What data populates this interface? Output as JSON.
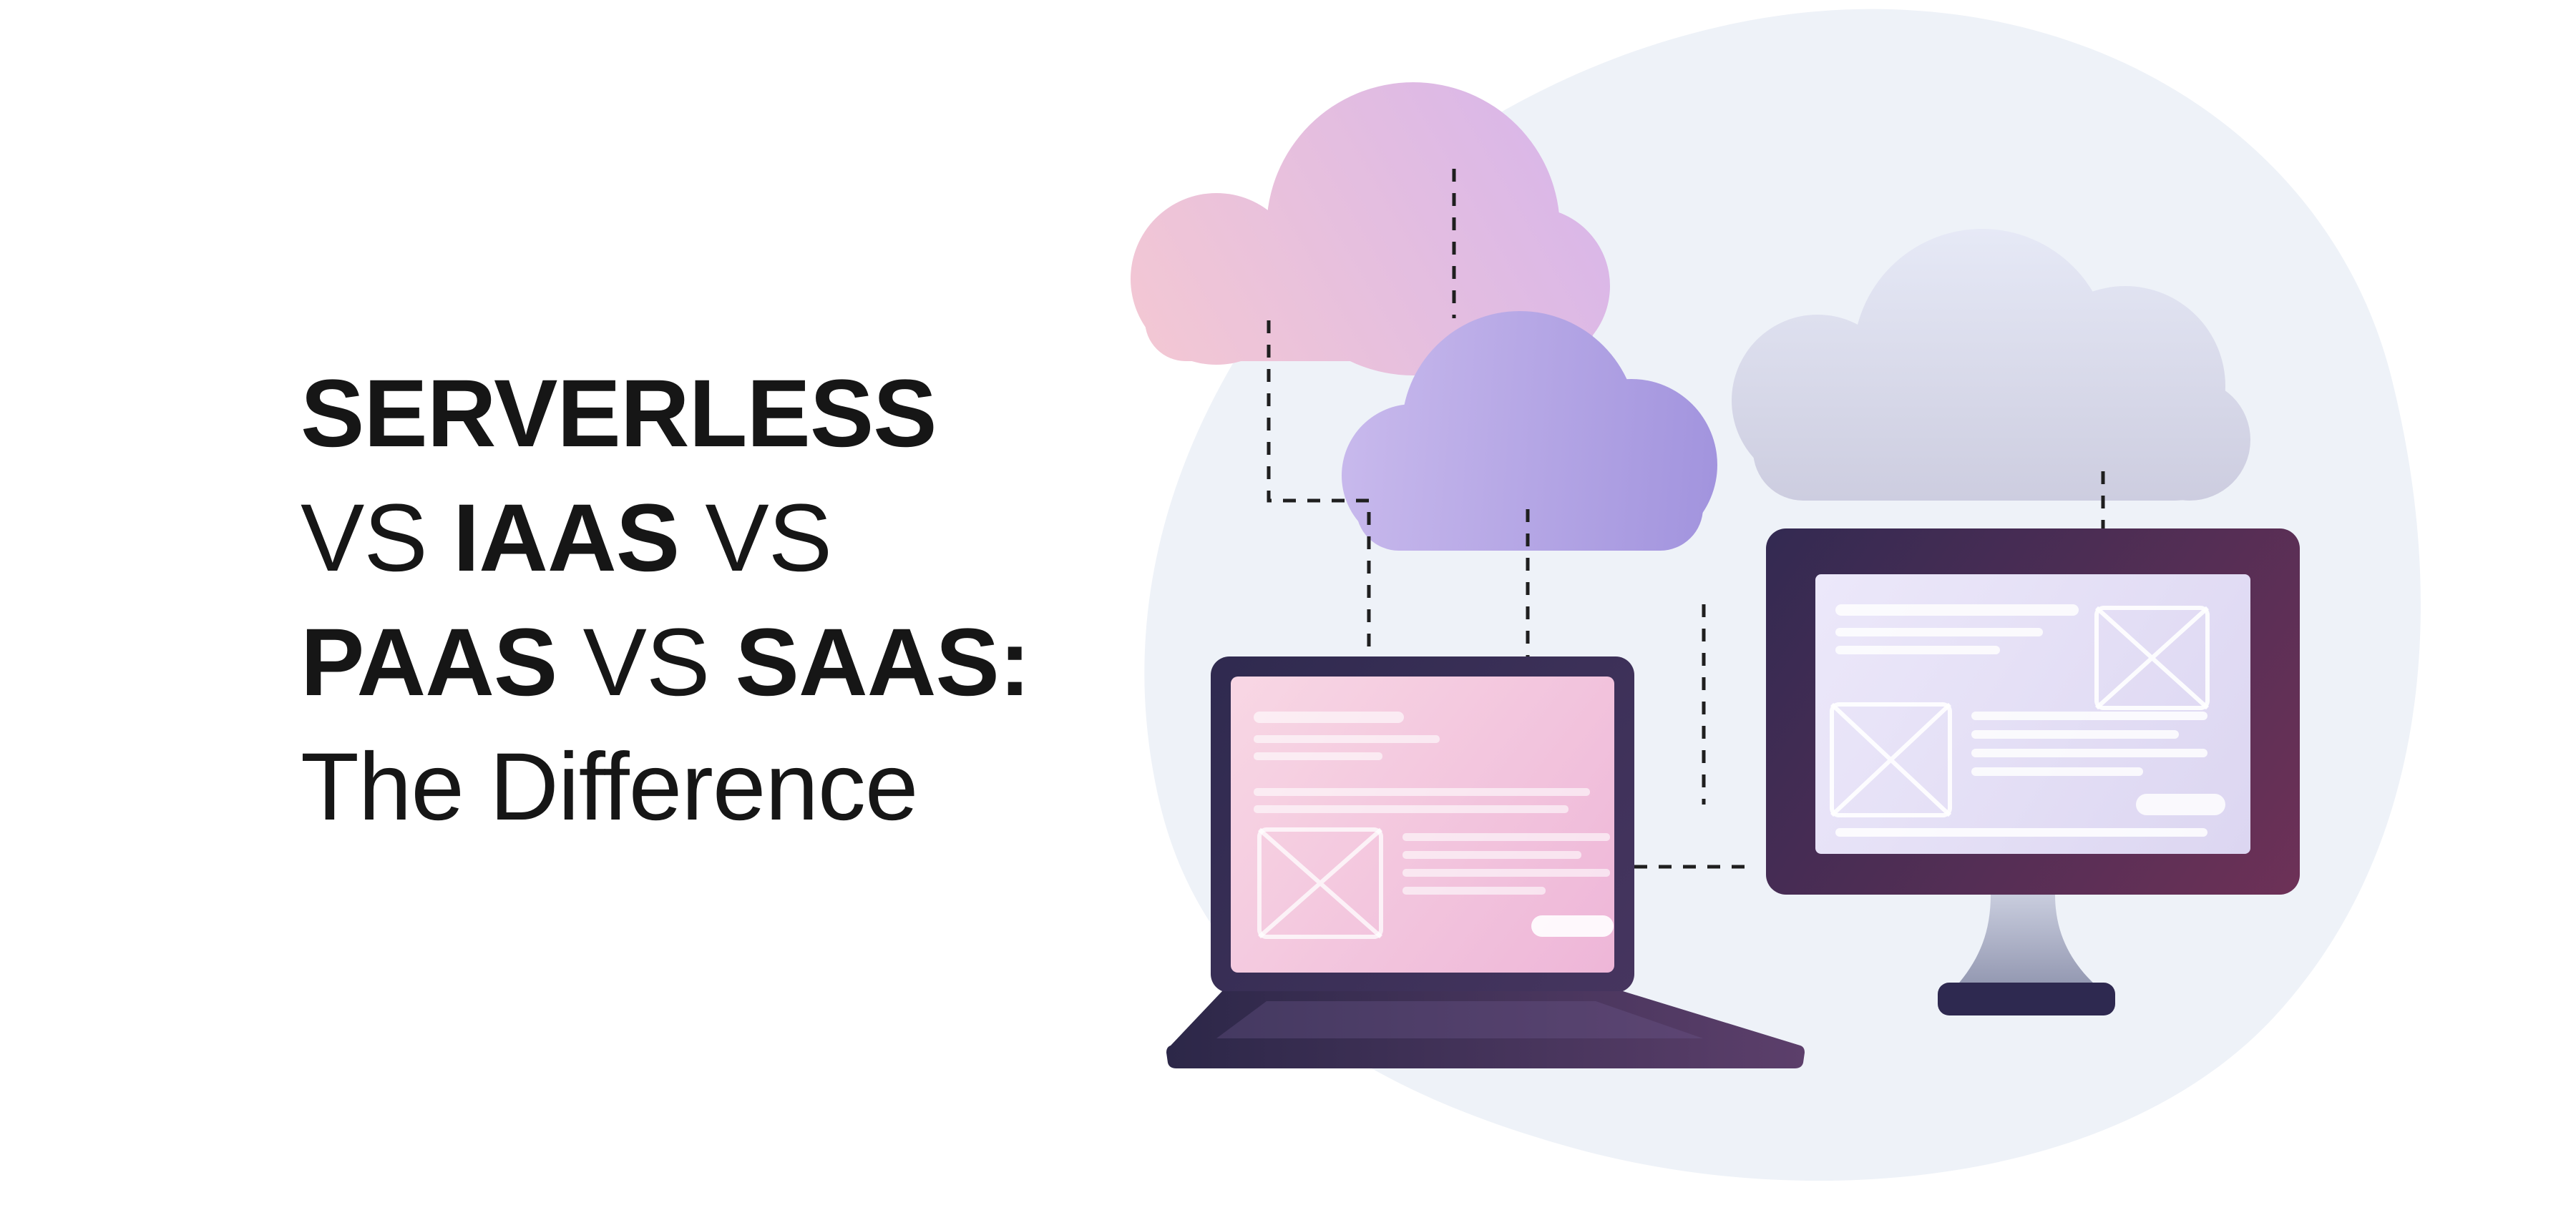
{
  "title": {
    "line1": {
      "bold1": "SERVERLESS"
    },
    "line2": {
      "light1": "VS ",
      "bold1": "IAAS",
      "light2": " VS"
    },
    "line3": {
      "bold1": "PAAS",
      "light1": " VS ",
      "bold2": "SAAS:"
    },
    "line4": {
      "light1": "The Difference"
    }
  },
  "colors": {
    "text": "#161616",
    "page_background": "#ffffff",
    "blob": "#eef2f8",
    "cloud_pink_start": "#f4c8d3",
    "cloud_pink_end": "#d5b4ec",
    "cloud_purple_start": "#c7b8ec",
    "cloud_purple_end": "#a294de",
    "cloud_gray_start": "#e6e9f6",
    "cloud_gray_end": "#ccccdf",
    "device_frame_start": "#332a52",
    "device_frame_end": "#6d3157",
    "laptop_base_start": "#2c2748",
    "laptop_base_end": "#5c3f6b",
    "laptop_screen_start": "#f8d7e4",
    "laptop_screen_end": "#eeb6d8",
    "monitor_screen_start": "#ece8fa",
    "monitor_screen_end": "#dcd6f1",
    "stand_start": "#c9cdde",
    "stand_end": "#8e93ad",
    "monitor_base": "#2e2950",
    "dashed_line": "#1f1f1f",
    "placeholder_white": "#ffffff"
  },
  "illustration": {
    "background": "organic-blob",
    "clouds": [
      "pink-cloud-icon",
      "purple-cloud-icon",
      "gray-cloud-icon"
    ],
    "devices": [
      "laptop-icon",
      "monitor-icon"
    ],
    "connectors": "dashed-connector-lines",
    "placeholders": "image-placeholder-x-box"
  }
}
